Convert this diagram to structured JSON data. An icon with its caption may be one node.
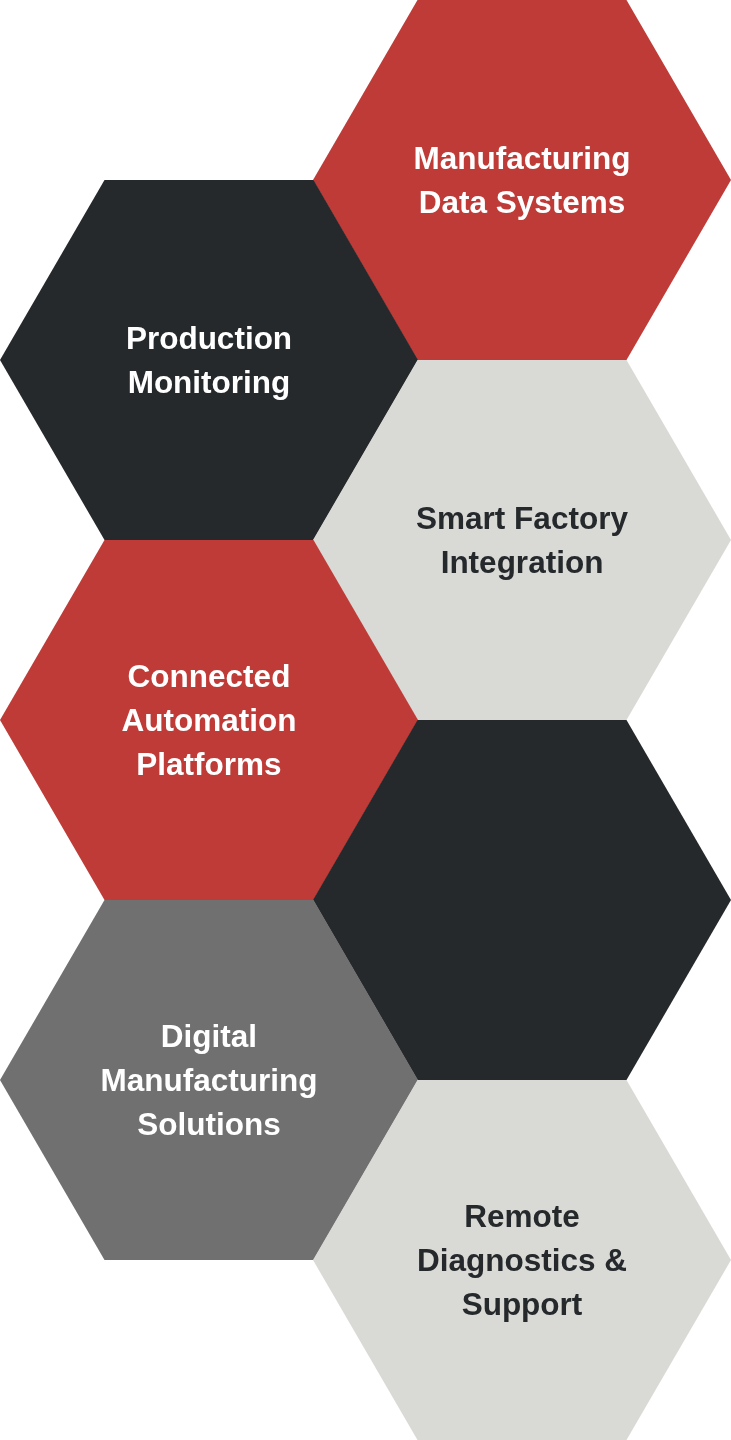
{
  "diagram": {
    "nodes": [
      {
        "text": [
          "Manufacturing Data Systems"
        ]
      },
      {
        "text": [
          "Production Monitoring"
        ]
      },
      {
        "text": [
          "Smart Factory Integration"
        ]
      },
      {
        "text": [
          "Connected Automation Platforms"
        ]
      },
      {
        "text": [],
        "shape": "hexagon"
      },
      {
        "text": [
          "Digital Manufacturing Solutions"
        ]
      },
      {
        "text": [
          "Remote Diagnostics & Support"
        ]
      }
    ]
  }
}
